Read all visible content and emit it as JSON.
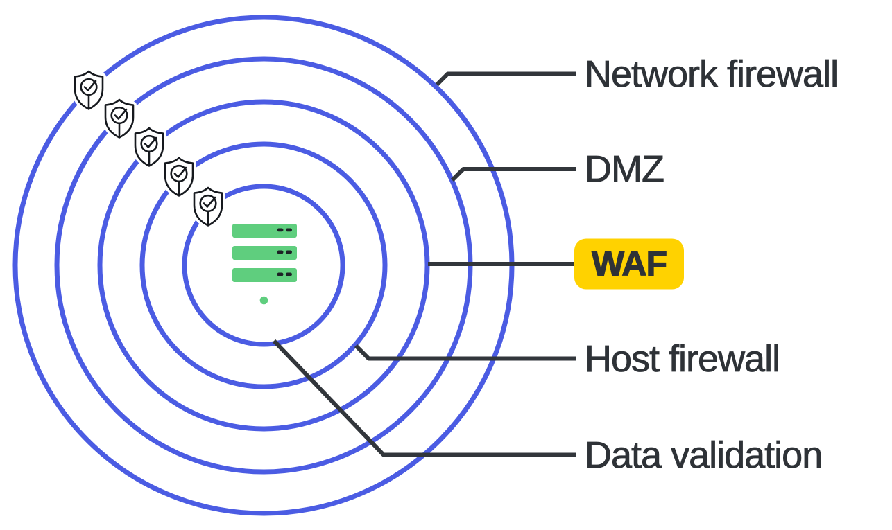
{
  "diagram": {
    "description": "Layered security (defense in depth) rings around a server",
    "layers": [
      {
        "id": "network-firewall",
        "label": "Network firewall",
        "ring": 1,
        "highlighted": false
      },
      {
        "id": "dmz",
        "label": "DMZ",
        "ring": 2,
        "highlighted": false
      },
      {
        "id": "waf",
        "label": "WAF",
        "ring": 3,
        "highlighted": true
      },
      {
        "id": "host-firewall",
        "label": "Host firewall",
        "ring": 4,
        "highlighted": false
      },
      {
        "id": "data-validation",
        "label": "Data validation",
        "ring": 5,
        "highlighted": false
      }
    ],
    "ring_count": 5,
    "ring_marker_icon": "shield-check-icon",
    "center_icon": "server-icon",
    "colors": {
      "background": "#FFFFFF",
      "ring_blue": "#4B5CE3",
      "connector_dark": "#32363B",
      "label_text": "#2E3237",
      "highlight_yellow": "#FFD200",
      "server_green": "#5FCE7E",
      "server_dash_dark": "#1D2126",
      "shield_outline": "#16191E",
      "shield_fill": "#FFFFFF"
    }
  }
}
